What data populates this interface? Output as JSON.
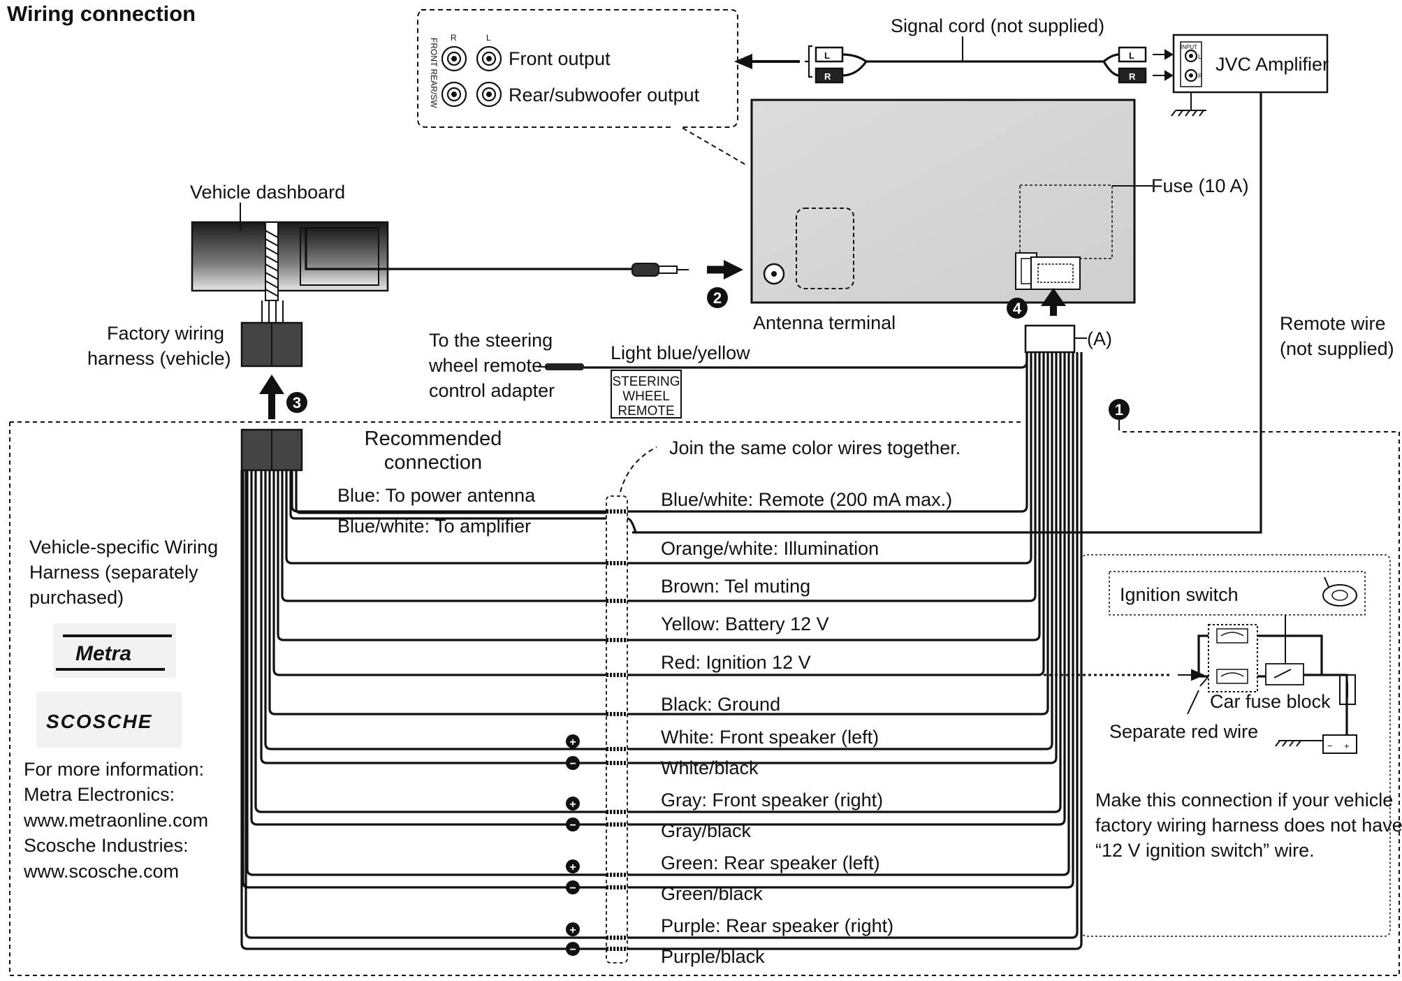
{
  "title": "Wiring connection",
  "outputs": {
    "r_label": "R",
    "l_label": "L",
    "side_label": "FRONT REAR/SW",
    "front_output": "Front output",
    "rear_output": "Rear/subwoofer output"
  },
  "signal_cord": "Signal cord (not supplied)",
  "plug_l": "L",
  "plug_r": "R",
  "amplifier": {
    "label": "JVC Amplifier",
    "input": "INPUT",
    "l": "L",
    "r": "R"
  },
  "fuse_label": "Fuse (10 A)",
  "dashboard_label": "Vehicle dashboard",
  "antenna_terminal": "Antenna terminal",
  "factory_harness": [
    "Factory wiring",
    "harness (vehicle)"
  ],
  "steering": {
    "text": [
      "To the steering",
      "wheel remote",
      "control adapter"
    ],
    "wire_label": "Light blue/yellow",
    "tag": [
      "STEERING",
      "WHEEL",
      "REMOTE"
    ]
  },
  "connector_a": "(A)",
  "remote_wire": [
    "Remote wire",
    "(not supplied)"
  ],
  "markers": [
    "1",
    "2",
    "3",
    "4"
  ],
  "recommended": [
    "Recommended",
    "connection"
  ],
  "join_note": "Join the same color wires together.",
  "left_wires": [
    "Blue: To power antenna",
    "Blue/white: To amplifier"
  ],
  "wires": [
    "Blue/white: Remote (200 mA max.)",
    "Orange/white: Illumination",
    "Brown: Tel muting",
    "Yellow: Battery 12 V",
    "Red: Ignition 12 V",
    "Black: Ground",
    "White: Front speaker (left)",
    "White/black",
    "Gray: Front speaker (right)",
    "Gray/black",
    "Green: Rear speaker (left)",
    "Green/black",
    "Purple: Rear speaker (right)",
    "Purple/black"
  ],
  "polarity": {
    "plus": "+",
    "minus": "−"
  },
  "harness_info": {
    "title": [
      "Vehicle-specific Wiring",
      "Harness (separately",
      "purchased)"
    ],
    "logo_metra": "Metra",
    "logo_scosche": "SCOSCHE",
    "more": [
      "For more information:",
      "Metra Electronics:",
      "www.metraonline.com",
      "Scosche Industries:",
      "www.scosche.com"
    ]
  },
  "ignition_panel": {
    "ignition_switch": "Ignition switch",
    "car_fuse_block": "Car fuse block",
    "separate_red_wire": "Separate red wire",
    "note": [
      "Make this connection if your vehicle",
      "factory wiring harness does not have",
      "“12 V ignition switch” wire."
    ]
  }
}
